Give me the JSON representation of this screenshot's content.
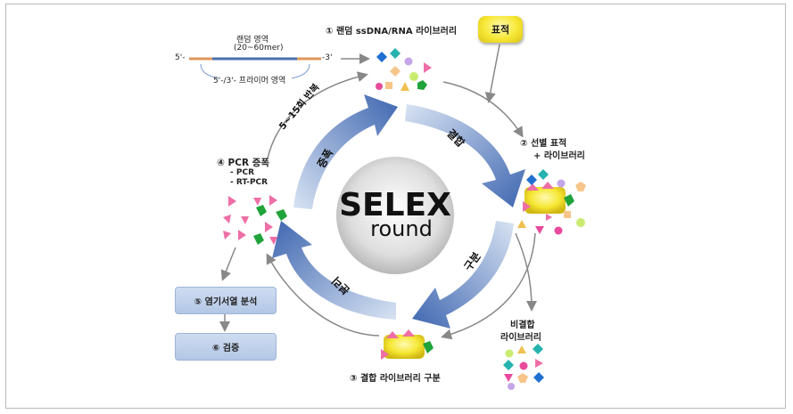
{
  "title_center": {
    "line1": "SELEX",
    "line2": "round"
  },
  "primer": {
    "label_top": "랜덤 영역",
    "label_range": "(20~60mer)",
    "five_prime": "5'-",
    "three_prime": "-3'",
    "label_bottom": "5'-/3'- 프라이머 영역"
  },
  "steps": {
    "step1": "① 랜덤 ssDNA/RNA 라이브러리",
    "target": "표적",
    "step2_line1": "② 선별 표적",
    "step2_line2": "+ 라이브러리",
    "unbound_line1": "비결합",
    "unbound_line2": "라이브러리",
    "step3": "③ 결합 라이브러리 구분",
    "step4": "④ PCR 증폭",
    "step4_sub1": "- PCR",
    "step4_sub2": "- RT-PCR",
    "step5": "⑤ 염기서열 분석",
    "step6": "⑥ 검증",
    "repeat": "5~15회 반복"
  },
  "cycle_labels": {
    "bind": "결합",
    "partition": "구분",
    "separate": "분리",
    "amplify": "증폭"
  },
  "colors": {
    "arrow_dark": "#3e66b0",
    "arrow_light": "#cfdcef",
    "box_fill": "#c3d3ec",
    "target_yellow": "#f6e733",
    "primer_orange": "#e0965a",
    "primer_blue": "#4a6fb0",
    "pink": "#ee6ea5",
    "green": "#20a33a",
    "blue_diamond": "#1f6fd1",
    "cyan_diamond": "#26b3b0",
    "lavender": "#c3a6e8",
    "lime": "#c9ec70",
    "peach": "#f7c58a",
    "magenta": "#e84a9c"
  }
}
